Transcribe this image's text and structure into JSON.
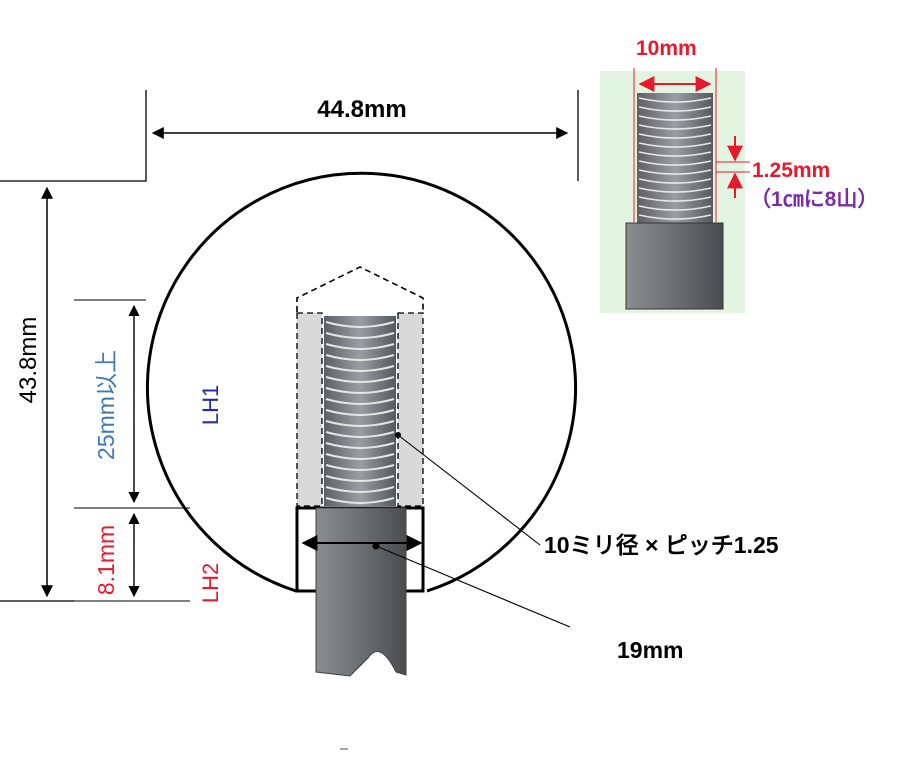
{
  "labels": {
    "overall_width": "44.8mm",
    "overall_height": "43.8mm",
    "thread_depth": "25mm以上",
    "lower_depth": "8.1mm",
    "upper_section": "LH1",
    "lower_section": "LH2",
    "thread_spec": "10ミリ径 × ピッチ1.25",
    "bore_diameter": "19mm"
  },
  "inset": {
    "diameter": "10mm",
    "pitch": "1.25mm",
    "pitch_note": "（1㎝に8山）"
  },
  "colors": {
    "dimension_red": "#e8192c",
    "blue_label": "#1f2fa8",
    "steelblue_label": "#3d7ab8",
    "purple_note": "#7b2ea8",
    "inset_bg": "#e3f5e1",
    "bolt_gray": "#6b6f73"
  }
}
